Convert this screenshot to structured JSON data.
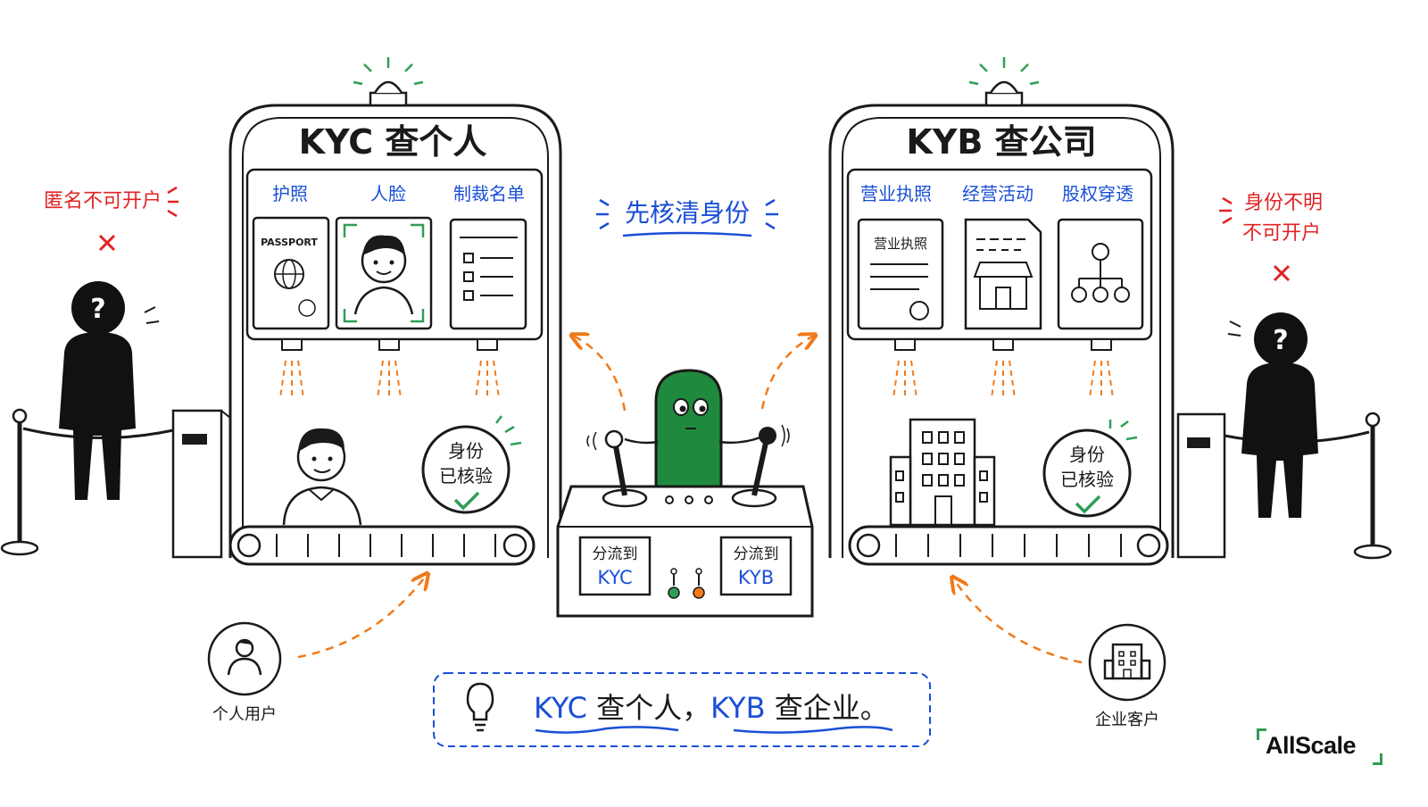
{
  "kyc_gate": {
    "title": "KYC 查个人",
    "panels": [
      "护照",
      "人脸",
      "制裁名单"
    ],
    "passport_label": "PASSPORT",
    "verified_stamp": [
      "身份",
      "已核验"
    ]
  },
  "kyb_gate": {
    "title": "KYB 查公司",
    "panels": [
      "营业执照",
      "经营活动",
      "股权穿透"
    ],
    "license_label": "营业执照",
    "verified_stamp": [
      "身份",
      "已核验"
    ]
  },
  "center_banner": "先核清身份",
  "left_warning": "匿名不可开户",
  "right_warning": [
    "身份不明",
    "不可开户"
  ],
  "console": {
    "route_kyc": [
      "分流到",
      "KYC"
    ],
    "route_kyb": [
      "分流到",
      "KYB"
    ]
  },
  "left_user_label": "个人用户",
  "right_user_label": "企业客户",
  "summary": {
    "part1": "KYC",
    "part2": " 查个人，",
    "part3": "KYB",
    "part4": " 查企业。"
  },
  "brand": "AllScale",
  "colors": {
    "accent_blue": "#1a4fd6",
    "warning_red": "#e02424",
    "arrow_orange": "#f07a1a",
    "mascot_green": "#1f8a3e",
    "brand_green": "#2f9e55"
  }
}
